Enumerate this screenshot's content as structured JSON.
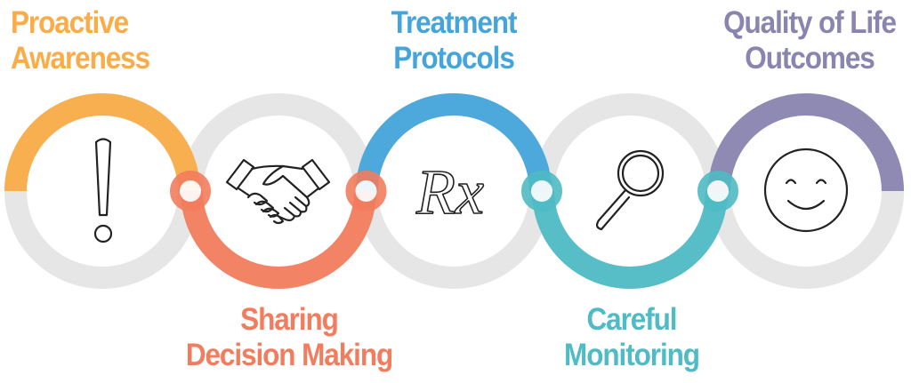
{
  "steps": [
    {
      "title_line1": "Proactive",
      "title_line2": "Awareness",
      "icon": "exclamation-icon",
      "color": "#F9AC48",
      "arc": "top"
    },
    {
      "title_line1": "Sharing",
      "title_line2": "Decision Making",
      "icon": "handshake-icon",
      "color": "#F27D5E",
      "arc": "bottom"
    },
    {
      "title_line1": "Treatment",
      "title_line2": "Protocols",
      "icon": "rx-icon",
      "color": "#45A5DA",
      "arc": "top"
    },
    {
      "title_line1": "Careful",
      "title_line2": "Monitoring",
      "icon": "magnifier-icon",
      "color": "#4FBBC4",
      "arc": "bottom"
    },
    {
      "title_line1": "Quality of Life",
      "title_line2": "Outcomes",
      "icon": "smiley-icon",
      "color": "#8A85B0",
      "arc": "top"
    }
  ],
  "ring_color": "#E6E6E6",
  "rx_text": "Rx"
}
